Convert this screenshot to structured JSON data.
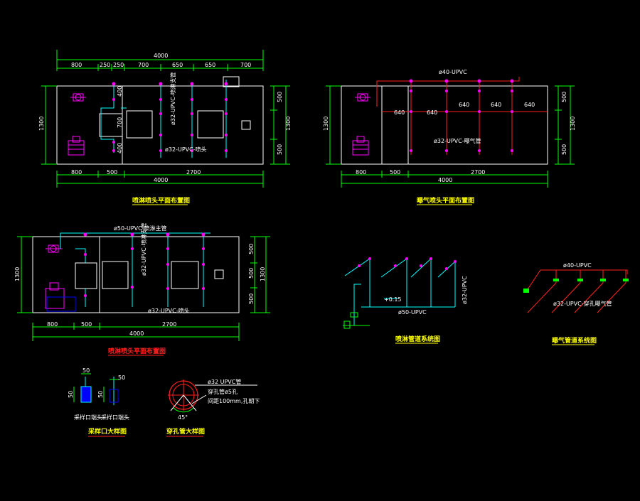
{
  "drawing": {
    "colors": {
      "background": "#000000",
      "outline": "#ffffff",
      "dimension": "#00ff00",
      "water_pipe": "#00ffff",
      "gas_pipe": "#ff2020",
      "fitting": "#ff00ff",
      "caption": "#ffff00",
      "caption_alt": "#ff2020",
      "hatch": "#0000ff"
    },
    "plan1": {
      "dims_top": [
        "4000",
        "800",
        "250",
        "250",
        "700",
        "650",
        "650",
        "700"
      ],
      "dims_right": [
        "500",
        "1300",
        "500"
      ],
      "dim_left": "1300",
      "dims_bottom": [
        "800",
        "500",
        "2700",
        "4000"
      ],
      "dims_inner": [
        "400",
        "700",
        "400"
      ],
      "label_branch": "ø32-UPVC-喷淋支管",
      "label_head": "ø32-UPVC-喷头",
      "caption": "喷淋喷头平面布置图"
    },
    "plan2": {
      "main_pipe": "ø40-UPVC",
      "segments": [
        "640",
        "640",
        "640",
        "640",
        "640"
      ],
      "dims_right": [
        "500",
        "1300",
        "500"
      ],
      "dim_left": "1300",
      "dims_bottom": [
        "800",
        "500",
        "2700",
        "4000"
      ],
      "label_branch": "ø32-UPVC-曝气管",
      "caption": "曝气喷头平面布置图"
    },
    "plan3": {
      "main_pipe": "ø50-UPVC-喷淋主管",
      "label_branch": "ø32-UPVC-喷淋支管",
      "label_head": "ø32-UPVC-喷头",
      "dims_right": [
        "500",
        "500",
        "500"
      ],
      "dim_right_total": "1300",
      "dim_left": "1300",
      "dims_bottom": [
        "800",
        "500",
        "2700",
        "4000"
      ],
      "caption": "喷淋喷头平面布置图"
    },
    "system1": {
      "elevation": "+0.15",
      "pipe": "ø50-UPVC",
      "riser": "ø32-UPVC",
      "caption": "喷淋管道系统图"
    },
    "system2": {
      "main_pipe": "ø40-UPVC",
      "branch": "ø32-UPVC-穿孔曝气管",
      "caption": "曝气管道系统图"
    },
    "detail1": {
      "dims": [
        "50",
        "50",
        "50",
        "50"
      ],
      "left_label": "采样口端头",
      "right_label": "采样口端头",
      "caption": "采样口大样图"
    },
    "detail2": {
      "pipe": "ø32 UPVC管",
      "hole": "穿孔管ø5孔",
      "spacing": "间距100mm,孔朝下",
      "angle": "45°",
      "caption": "穿孔管大样图"
    }
  }
}
